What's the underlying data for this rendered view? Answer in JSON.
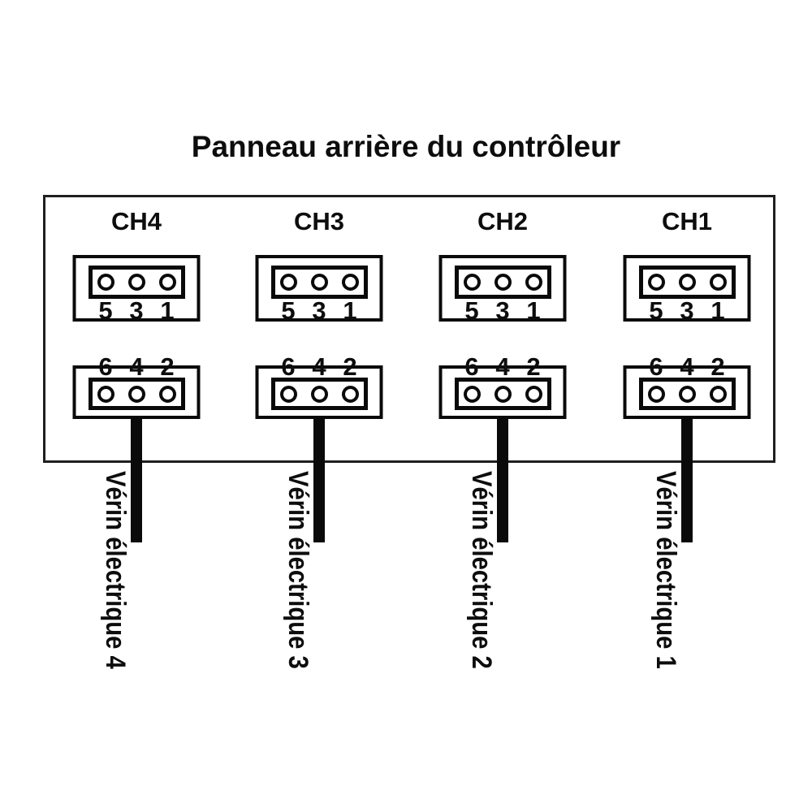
{
  "title": "Panneau arrière du contrôleur",
  "channels": [
    {
      "label": "CH4",
      "top_pins": [
        "5",
        "3",
        "1"
      ],
      "bottom_pins": [
        "6",
        "4",
        "2"
      ],
      "cable_label": "Vérin électrique 4"
    },
    {
      "label": "CH3",
      "top_pins": [
        "5",
        "3",
        "1"
      ],
      "bottom_pins": [
        "6",
        "4",
        "2"
      ],
      "cable_label": "Vérin électrique 3"
    },
    {
      "label": "CH2",
      "top_pins": [
        "5",
        "3",
        "1"
      ],
      "bottom_pins": [
        "6",
        "4",
        "2"
      ],
      "cable_label": "Vérin électrique 2"
    },
    {
      "label": "CH1",
      "top_pins": [
        "5",
        "3",
        "1"
      ],
      "bottom_pins": [
        "6",
        "4",
        "2"
      ],
      "cable_label": "Vérin électrique 1"
    }
  ],
  "colors": {
    "line": "#0a0a0a",
    "panel_border": "#1f1f1f",
    "background": "#ffffff"
  }
}
